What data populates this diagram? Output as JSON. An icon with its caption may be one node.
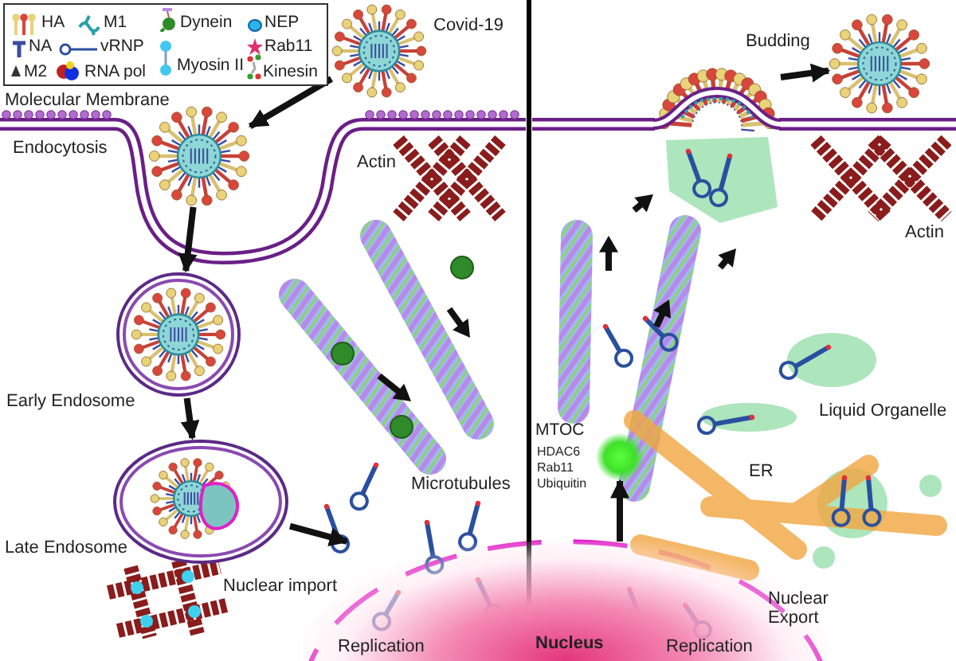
{
  "diagram": {
    "nodes": [
      {
        "text": [],
        "shape": "picture",
        "beside": [
          "Covid-19"
        ]
      },
      {
        "text": [],
        "shape": "picture"
      },
      {
        "text": [],
        "shape": "picture",
        "beside": [
          "Early Endosome"
        ]
      },
      {
        "text": [],
        "shape": "picture",
        "beside": [
          "Late Endosome"
        ]
      },
      {
        "text": [
          "Nucleus"
        ]
      },
      {
        "text": [],
        "shape": "circle",
        "beside": [
          "MTOC",
          "HDAC6 Rab11 Ubiquitin"
        ]
      },
      {
        "text": [],
        "shape": "picture"
      },
      {
        "text": [],
        "shape": "picture"
      }
    ],
    "edges": [
      {
        "from": 0,
        "to": 1,
        "arrow": "to"
      },
      {
        "from": 1,
        "to": 2,
        "arrow": "to"
      },
      {
        "from": 2,
        "to": 3,
        "arrow": "to"
      },
      {
        "from": 3,
        "to": 4,
        "arrow": "to",
        "label": "Nuclear import"
      },
      {
        "from": 4,
        "to": 5,
        "arrow": "to"
      },
      {
        "from": 6,
        "to": 7,
        "arrow": "to",
        "label": "Budding"
      }
    ],
    "labels": [
      "Molecular Membrane",
      "Endocytosis",
      "Actin",
      "Actin",
      "Liquid Organelle",
      "ER",
      "Microtubules",
      "Nuclear Export",
      "Replication",
      "Replication"
    ],
    "legend": [
      {
        "text": "HA"
      },
      {
        "text": "M1"
      },
      {
        "text": "Dynein"
      },
      {
        "text": "NEP"
      },
      {
        "text": "NA"
      },
      {
        "text": "vRNP"
      },
      {
        "text": "Rab11"
      },
      {
        "text": "M2"
      },
      {
        "text": "RNA pol"
      },
      {
        "text": "Myosin II"
      },
      {
        "text": "Kinesin"
      }
    ]
  }
}
